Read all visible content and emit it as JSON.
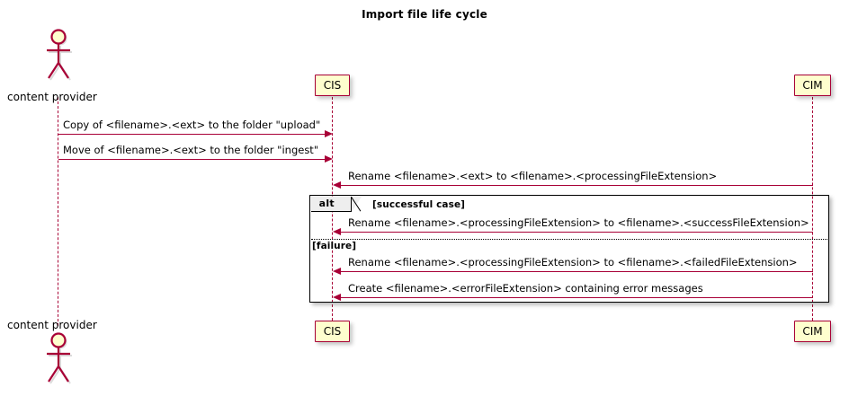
{
  "diagram": {
    "title": "Import file life cycle",
    "type": "uml-sequence-diagram",
    "colors": {
      "accent": "#A80036",
      "participant_fill": "#FEFECE",
      "frame_border": "#000000",
      "frame_tab_fill": "#EEEEEE",
      "background": "#FFFFFF"
    }
  },
  "participants": {
    "actor": {
      "name": "content provider",
      "top_label": "content provider",
      "bottom_label": "content provider"
    },
    "cis": {
      "name": "CIS",
      "top_label": "CIS",
      "bottom_label": "CIS"
    },
    "cim": {
      "name": "CIM",
      "top_label": "CIM",
      "bottom_label": "CIM"
    }
  },
  "messages": [
    {
      "id": "m1",
      "from": "content provider",
      "to": "CIS",
      "direction": "right",
      "text": "Copy of <filename>.<ext> to the folder \"upload\""
    },
    {
      "id": "m2",
      "from": "content provider",
      "to": "CIS",
      "direction": "right",
      "text": "Move of <filename>.<ext> to the folder \"ingest\""
    },
    {
      "id": "m3",
      "from": "CIM",
      "to": "CIS",
      "direction": "left",
      "text": "Rename <filename>.<ext> to <filename>.<processingFileExtension>"
    },
    {
      "id": "m4",
      "from": "CIM",
      "to": "CIS",
      "direction": "left",
      "text": "Rename <filename>.<processingFileExtension> to <filename>.<successFileExtension>"
    },
    {
      "id": "m5",
      "from": "CIM",
      "to": "CIS",
      "direction": "left",
      "text": "Rename <filename>.<processingFileExtension> to <filename>.<failedFileExtension>"
    },
    {
      "id": "m6",
      "from": "CIM",
      "to": "CIS",
      "direction": "left",
      "text": "Create <filename>.<errorFileExtension> containing error messages"
    }
  ],
  "fragment": {
    "operator": "alt",
    "guard_primary": "[successful case]",
    "guard_alternative": "[failure]"
  }
}
